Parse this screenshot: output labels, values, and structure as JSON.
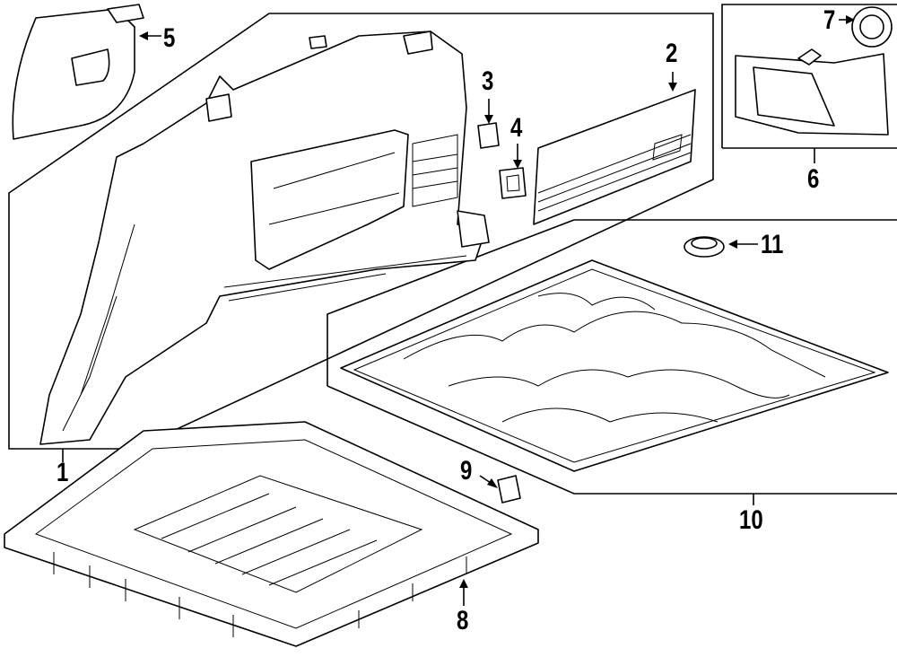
{
  "diagram": {
    "callouts": [
      {
        "id": "1",
        "label": "1"
      },
      {
        "id": "2",
        "label": "2"
      },
      {
        "id": "3",
        "label": "3"
      },
      {
        "id": "4",
        "label": "4"
      },
      {
        "id": "5",
        "label": "5"
      },
      {
        "id": "6",
        "label": "6"
      },
      {
        "id": "7",
        "label": "7"
      },
      {
        "id": "8",
        "label": "8"
      },
      {
        "id": "9",
        "label": "9"
      },
      {
        "id": "10",
        "label": "10"
      },
      {
        "id": "11",
        "label": "11"
      }
    ],
    "line_color": "#000000",
    "background": "#ffffff"
  }
}
